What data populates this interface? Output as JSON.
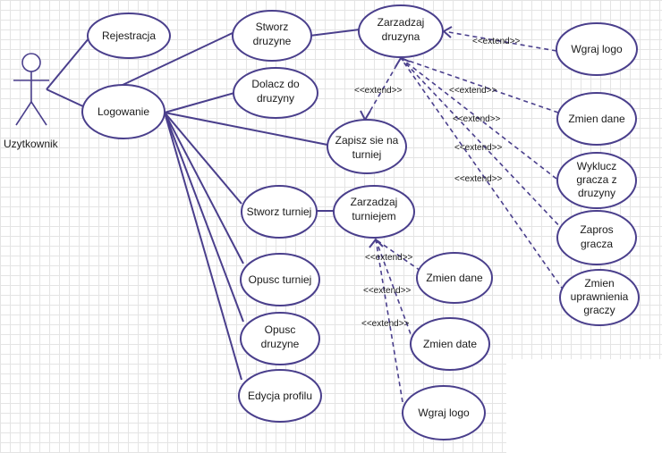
{
  "actor": {
    "label": "Uzytkownik",
    "icon": "stick-figure-icon"
  },
  "use_cases": {
    "rejestracja": [
      "Rejestracja"
    ],
    "logowanie": [
      "Logowanie"
    ],
    "stworz_druzyne": [
      "Stworz",
      "druzyne"
    ],
    "dolacz_do_druzyny": [
      "Dolacz do",
      "druzyny"
    ],
    "zarzadzaj_druzyna": [
      "Zarzadzaj",
      "druzyna"
    ],
    "zapisz_sie_na_turniej": [
      "Zapisz sie na",
      "turniej"
    ],
    "stworz_turniej": [
      "Stworz turniej"
    ],
    "zarzadzaj_turniejem": [
      "Zarzadzaj",
      "turniejem"
    ],
    "opusc_turniej": [
      "Opusc turniej"
    ],
    "opusc_druzyne": [
      "Opusc",
      "druzyne"
    ],
    "edycja_profilu": [
      "Edycja profilu"
    ],
    "wgraj_logo_druzyna": [
      "Wgraj logo"
    ],
    "zmien_dane_druzyna": [
      "Zmien dane"
    ],
    "wyklucz_gracza": [
      "Wyklucz",
      "gracza z",
      "druzyny"
    ],
    "zapros_gracza": [
      "Zapros",
      "gracza"
    ],
    "zmien_uprawnienia": [
      "Zmien",
      "uprawnienia",
      "graczy"
    ],
    "zmien_dane_turniej": [
      "Zmien dane"
    ],
    "zmien_date": [
      "Zmien date"
    ],
    "wgraj_logo_turniej": [
      "Wgraj logo"
    ]
  },
  "extend_label": "<<extend>>",
  "colors": {
    "stroke": "#4a3f8c",
    "grid": "#e4e4e4",
    "text": "#1a1a1a"
  }
}
